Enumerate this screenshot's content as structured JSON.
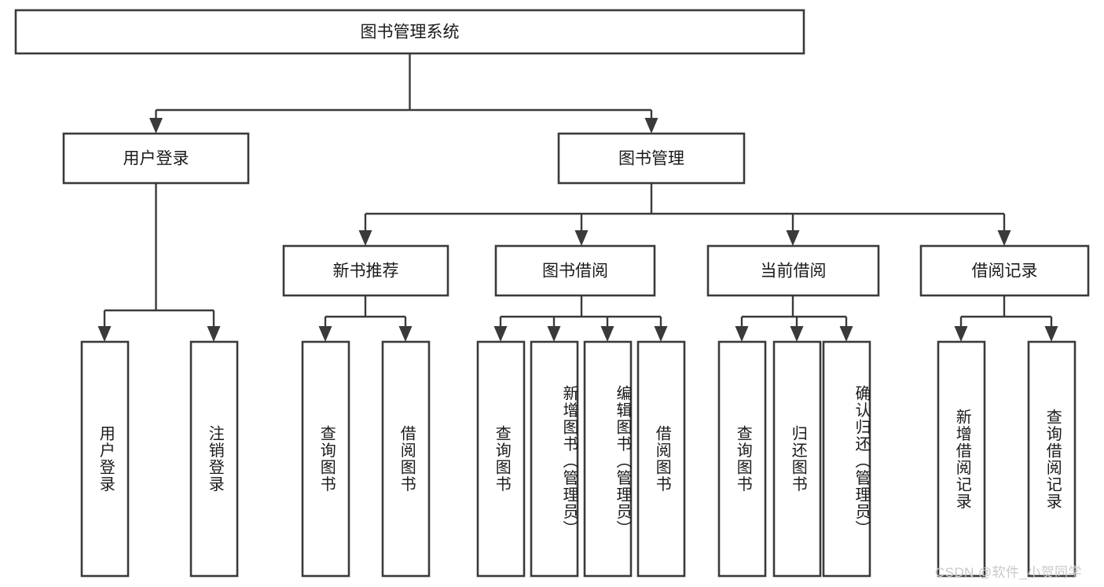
{
  "diagram": {
    "type": "tree-hierarchy",
    "title": "图书管理系统",
    "root": {
      "id": "root",
      "label": "图书管理系统",
      "level": 0,
      "orientation": "horizontal"
    },
    "level2": [
      {
        "id": "user-login",
        "label": "用户登录",
        "orientation": "horizontal"
      },
      {
        "id": "book-management",
        "label": "图书管理",
        "orientation": "horizontal"
      }
    ],
    "level3": [
      {
        "id": "new-book-recommend",
        "label": "新书推荐",
        "parent": "book-management",
        "orientation": "horizontal"
      },
      {
        "id": "book-borrow",
        "label": "图书借阅",
        "parent": "book-management",
        "orientation": "horizontal"
      },
      {
        "id": "current-borrow",
        "label": "当前借阅",
        "parent": "book-management",
        "orientation": "horizontal"
      },
      {
        "id": "borrow-record",
        "label": "借阅记录",
        "parent": "book-management",
        "orientation": "horizontal"
      }
    ],
    "leaves": [
      {
        "id": "leaf-user-login",
        "label": "用户登录",
        "parent": "user-login",
        "orientation": "vertical"
      },
      {
        "id": "leaf-user-logout",
        "label": "注销登录",
        "parent": "user-login",
        "orientation": "vertical"
      },
      {
        "id": "leaf-query-book-1",
        "label": "查询图书",
        "parent": "new-book-recommend",
        "orientation": "vertical"
      },
      {
        "id": "leaf-borrow-book-1",
        "label": "借阅图书",
        "parent": "new-book-recommend",
        "orientation": "vertical"
      },
      {
        "id": "leaf-query-book-2",
        "label": "查询图书",
        "parent": "book-borrow",
        "orientation": "vertical"
      },
      {
        "id": "leaf-add-book",
        "label": "新增图书（管理员）",
        "parent": "book-borrow",
        "orientation": "vertical"
      },
      {
        "id": "leaf-edit-book",
        "label": "编辑图书（管理员）",
        "parent": "book-borrow",
        "orientation": "vertical"
      },
      {
        "id": "leaf-borrow-book-2",
        "label": "借阅图书",
        "parent": "book-borrow",
        "orientation": "vertical"
      },
      {
        "id": "leaf-query-book-3",
        "label": "查询图书",
        "parent": "current-borrow",
        "orientation": "vertical"
      },
      {
        "id": "leaf-return-book",
        "label": "归还图书",
        "parent": "current-borrow",
        "orientation": "vertical"
      },
      {
        "id": "leaf-confirm-return",
        "label": "确认归还（管理员）",
        "parent": "current-borrow",
        "orientation": "vertical"
      },
      {
        "id": "leaf-add-record",
        "label": "新增借阅记录",
        "parent": "borrow-record",
        "orientation": "vertical"
      },
      {
        "id": "leaf-query-record",
        "label": "查询借阅记录",
        "parent": "borrow-record",
        "orientation": "vertical"
      }
    ]
  },
  "watermark": {
    "text": "CSDN @软件_小贺同学"
  },
  "colors": {
    "box_stroke": "#3a3a3a",
    "box_fill": "#ffffff",
    "connector": "#3a3a3a",
    "text": "#1a1a1a",
    "background": "#ffffff",
    "watermark": "#c9c9c9"
  }
}
